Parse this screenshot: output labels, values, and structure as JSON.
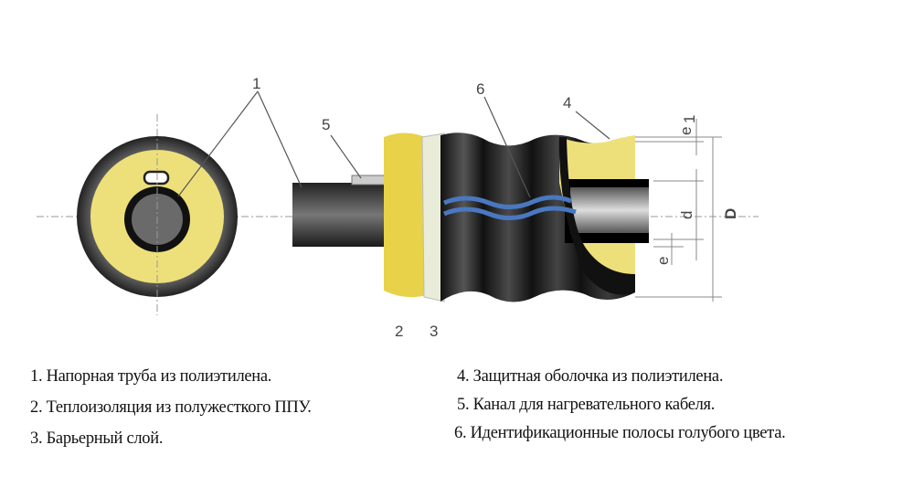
{
  "diagram": {
    "callouts": [
      "1",
      "2",
      "3",
      "4",
      "5",
      "6"
    ],
    "dimensions": {
      "e1": "e",
      "e1_sub": "1",
      "d": "d",
      "e": "e",
      "D": "D"
    },
    "colors": {
      "foam": "#ede07a",
      "jacket": "#1a1a1a",
      "stripe": "#4a78c0",
      "pipe": "#444444"
    }
  },
  "legend": {
    "left": [
      "1. Напорная труба из  полиэтилена.",
      "2. Теплоизоляция из  полужесткого ППУ.",
      "3. Барьерный слой."
    ],
    "right": [
      "4. Защитная оболочка из полиэтилена.",
      "5. Канал для нагревательного кабеля.",
      "6. Идентификационные полосы голубого цвета."
    ]
  }
}
